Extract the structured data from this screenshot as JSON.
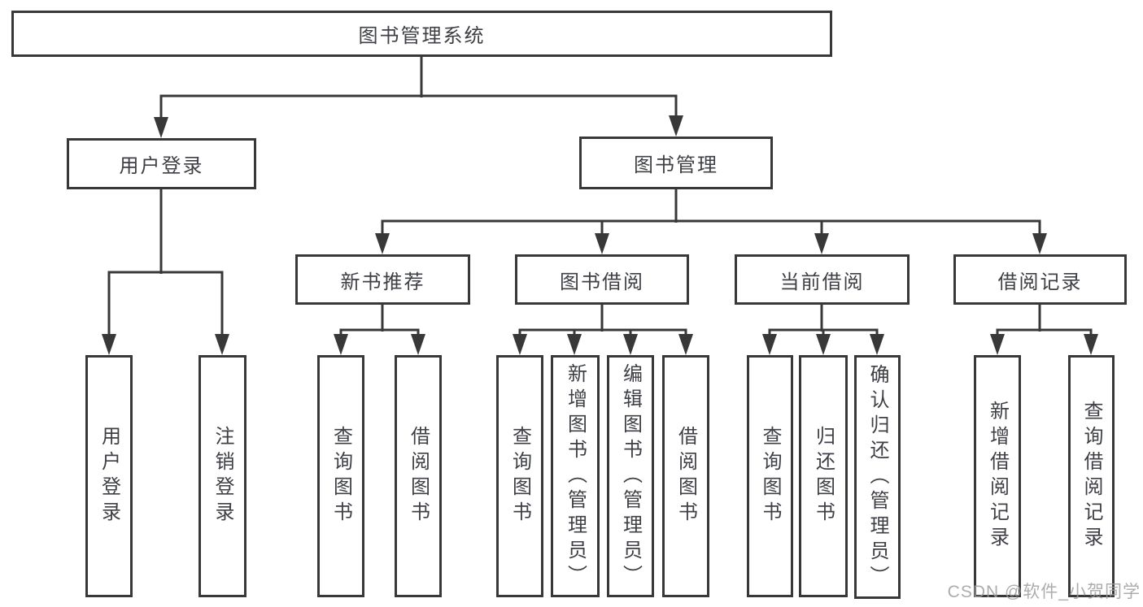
{
  "diagram": {
    "tree": {
      "label": "图书管理系统",
      "children": [
        {
          "label": "用户登录",
          "children": [
            {
              "label": "用户登录"
            },
            {
              "label": "注销登录"
            }
          ]
        },
        {
          "label": "图书管理",
          "children": [
            {
              "label": "新书推荐",
              "children": [
                {
                  "label": "查询图书"
                },
                {
                  "label": "借阅图书"
                }
              ]
            },
            {
              "label": "图书借阅",
              "children": [
                {
                  "label": "查询图书"
                },
                {
                  "label": "新增图书（管理员）"
                },
                {
                  "label": "编辑图书（管理员）"
                },
                {
                  "label": "借阅图书"
                }
              ]
            },
            {
              "label": "当前借阅",
              "children": [
                {
                  "label": "查询图书"
                },
                {
                  "label": "归还图书"
                },
                {
                  "label": "确认归还（管理员）"
                }
              ]
            },
            {
              "label": "借阅记录",
              "children": [
                {
                  "label": "新增借阅记录"
                },
                {
                  "label": "查询借阅记录"
                }
              ]
            }
          ]
        }
      ]
    },
    "colors": {
      "line": "#383838",
      "box_border": "#383838",
      "box_fill": "#ffffff",
      "text": "#3f4045",
      "background": "#ffffff",
      "watermark": "#9e9e9e"
    }
  },
  "watermark": {
    "text": "CSDN @软件_小贺同学"
  }
}
